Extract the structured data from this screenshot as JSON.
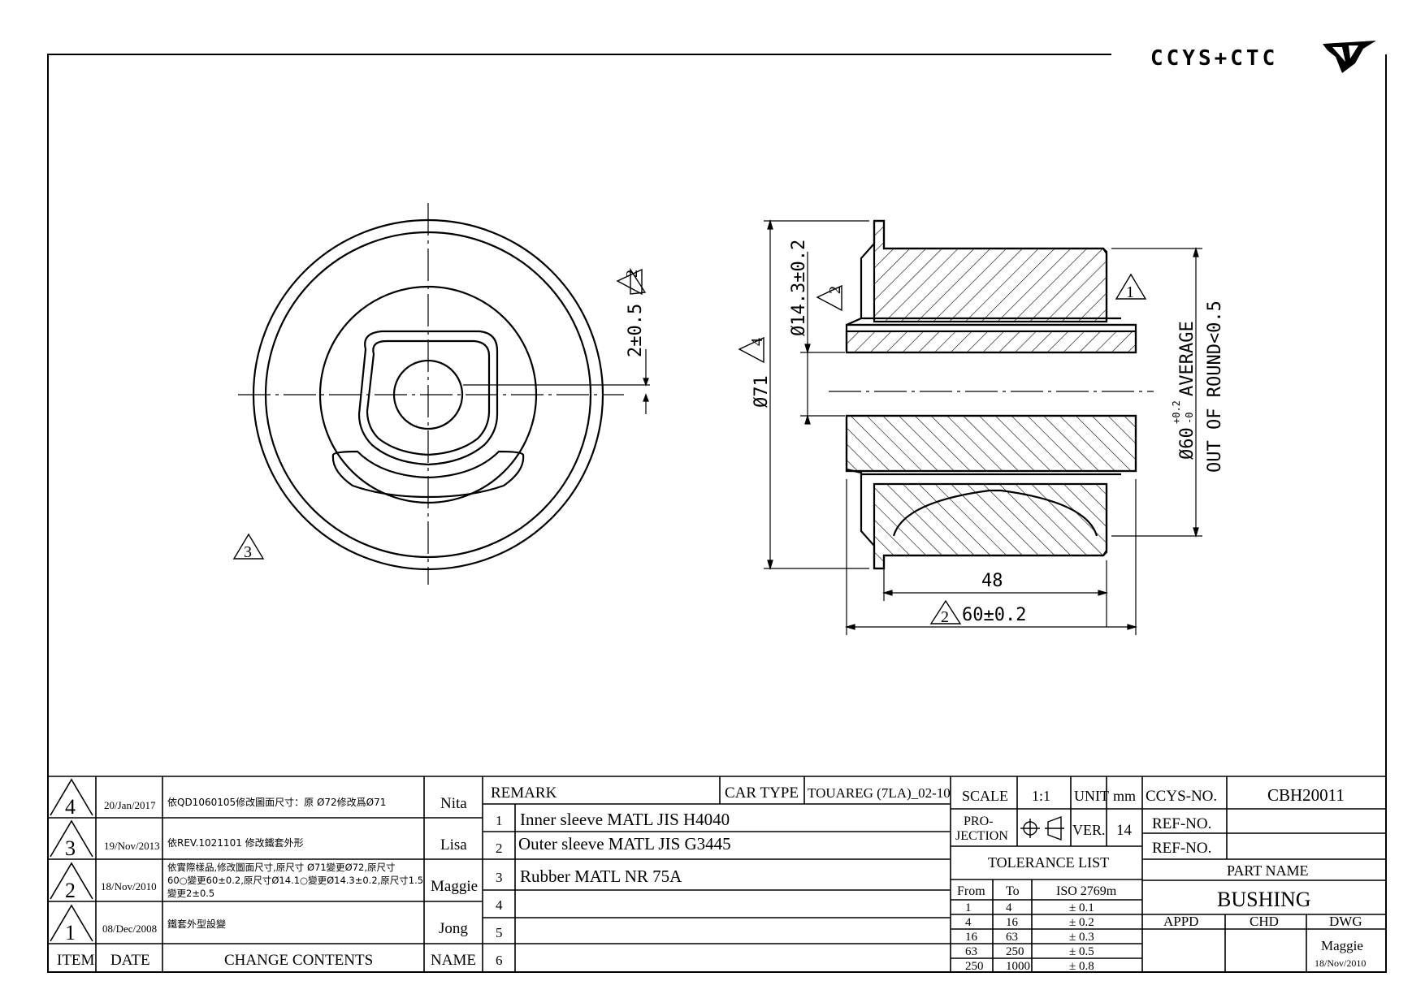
{
  "logo": {
    "text": "CCYS+CTC"
  },
  "annotations": {
    "front_badge_2": "2",
    "front_badge_3": "3",
    "front_dim_offset": "2±0.5",
    "side_badge_1": "1",
    "side_badge_2a": "2",
    "side_badge_4": "4",
    "side_badge_2b": "2",
    "side_dim_outer": "Ø71",
    "side_dim_inner": "Ø14.3±0.2",
    "side_dim_avg_diam": "Ø60",
    "side_dim_avg_tol_plus": "+0.2",
    "side_dim_avg_tol_minus": "-0",
    "side_dim_avg_text": "AVERAGE",
    "side_dim_round": "OUT OF ROUND<0.5",
    "side_dim_48": "48",
    "side_dim_60": "60±0.2"
  },
  "revisions": {
    "headers": {
      "item": "ITEM",
      "date": "DATE",
      "change": "CHANGE CONTENTS",
      "name": "NAME"
    },
    "rows": [
      {
        "item": "4",
        "date": "20/Jan/2017",
        "change": "依QD1060105修改圖面尺寸：原 Ø72修改爲Ø71",
        "name": "Nita"
      },
      {
        "item": "3",
        "date": "19/Nov/2013",
        "change": "依REV.1021101 修改鐵套外形",
        "name": "Lisa"
      },
      {
        "item": "2",
        "date": "18/Nov/2010",
        "change_lines": [
          "依實際樣品,修改圖面尺寸,原尺寸 Ø71變更Ø72,原尺寸",
          "60○變更60±0.2,原尺寸Ø14.1○變更Ø14.3±0.2,原尺寸1.5",
          "變更2±0.5"
        ],
        "name": "Maggie"
      },
      {
        "item": "1",
        "date": "08/Dec/2008",
        "change": "鐵套外型設變",
        "name": "Jong"
      }
    ]
  },
  "remarks": {
    "header": "REMARK",
    "car_type_label": "CAR TYPE",
    "car_type_value": "TOUAREG (7LA)_02-10",
    "items": [
      {
        "no": "1",
        "text": "Inner sleeve MATL JIS H4040"
      },
      {
        "no": "2",
        "text": "Outer sleeve MATL JIS G3445"
      },
      {
        "no": "3",
        "text": "Rubber MATL NR 75A"
      },
      {
        "no": "4",
        "text": ""
      },
      {
        "no": "5",
        "text": ""
      },
      {
        "no": "6",
        "text": ""
      }
    ]
  },
  "scale": {
    "label": "SCALE",
    "value": "1:1",
    "unit_label": "UNIT",
    "unit_value": "mm"
  },
  "projection": {
    "label_line1": "PRO-",
    "label_line2": "JECTION",
    "ver_label": "VER.",
    "ver_value": "14"
  },
  "tolerance": {
    "title": "TOLERANCE LIST",
    "headers": {
      "from": "From",
      "to": "To",
      "iso": "ISO 2769m"
    },
    "rows": [
      {
        "from": "1",
        "to": "4",
        "tol": "± 0.1"
      },
      {
        "from": "4",
        "to": "16",
        "tol": "± 0.2"
      },
      {
        "from": "16",
        "to": "63",
        "tol": "± 0.3"
      },
      {
        "from": "63",
        "to": "250",
        "tol": "± 0.5"
      },
      {
        "from": "250",
        "to": "1000",
        "tol": "± 0.8"
      }
    ]
  },
  "part": {
    "ccys_label": "CCYS-NO.",
    "ccys_value": "CBH20011",
    "ref_label_1": "REF-NO.",
    "ref_value_1": "",
    "ref_label_2": "REF-NO.",
    "ref_value_2": "",
    "name_label": "PART NAME",
    "name_value": "BUSHING",
    "appd_label": "APPD",
    "chd_label": "CHD",
    "dwg_label": "DWG",
    "appd_value": "",
    "chd_value": "",
    "dwg_value": "Maggie",
    "dwg_date": "18/Nov/2010"
  }
}
